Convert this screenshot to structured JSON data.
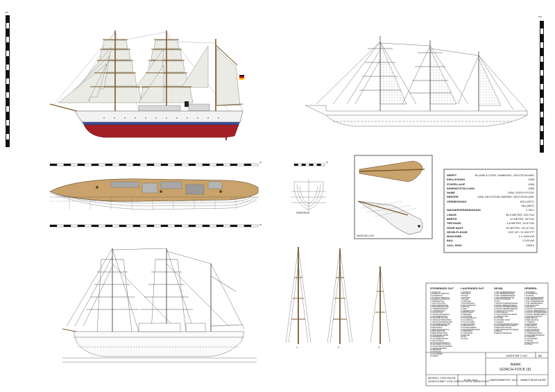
{
  "rulers": {
    "left_top_label": "cm",
    "right_top_label": "cm",
    "scale_bar_main_label": "m",
    "scale_bar_small_label": "m"
  },
  "specs": [
    {
      "label": "WERFT",
      "value": "BLOHM & VOSS, HAMBURG, DEUTSCHLAND"
    },
    {
      "label": "KIELLEGUNG",
      "value": "1958"
    },
    {
      "label": "STAPELLAUF",
      "value": "1958"
    },
    {
      "label": "INDIENSTSTELLUNG",
      "value": "1958"
    },
    {
      "label": "NAME",
      "value": "1958, GORCH FOCK"
    },
    {
      "label": "REEDER",
      "value": "1958, DEUTSCHE MARINE, DEUTSCHLAND"
    },
    {
      "label": "",
      "value": ""
    },
    {
      "label": "VERMESSUNG",
      "value": "1510 (GRT)"
    },
    {
      "label": "",
      "value": "364 (NRT)"
    },
    {
      "label": "WASSERVERDRÄNGUNG",
      "value": "1.760 t"
    },
    {
      "label": "LÄNGE",
      "value": "89,3 METER, 292 FUß"
    },
    {
      "label": "BREITE",
      "value": "12 METER, 39 FUß"
    },
    {
      "label": "TIEFGANG",
      "value": "4,8 METER, 15,6 FUß"
    },
    {
      "label": "HÖHE MAST",
      "value": "45 METER, 147,6 FUß"
    },
    {
      "label": "SEGELFLÄCHE",
      "value": "2037 M² / 21.900 FT²"
    },
    {
      "label": "MASCHINE",
      "value": "2 x 1000 kW"
    },
    {
      "label": "BAU",
      "value": "2.320 kW"
    },
    {
      "label": "CALL SIGN",
      "value": "DRAX"
    }
  ],
  "inset_caption": "MAßSTAB 1:100",
  "small_section_caption": "SPANTRISS",
  "legend": {
    "columns": [
      {
        "header": "STEHENDES GUT",
        "items": [
          "1 FOCKSTAG",
          "2 INNERE KLÜVERSTAG",
          "3 KLÜVERSTAG",
          "4 AUSSENKLÜVERSTAG",
          "5 FLIEGER-KLÜVERSTAG",
          "6 VORBRAMSTAG",
          "7 VOR-ROYALSTAG",
          "8 VORUNTERWANTEN",
          "9 VORSTENGEWANTEN",
          "10 VORBRAMWANTEN",
          "11 VORPARDUNEN",
          "12 GROSSSTAG",
          "13 GROSSSTENGESTAG",
          "14 GROSSBRAMSTAG",
          "15 GROSSROYALSTAG",
          "16 GROSSUNTERWANTEN",
          "17 GROSSSTENGEWANTEN",
          "18 GROSSBRAMWANTEN",
          "19 GROSSPARDUNEN",
          "20 BESANSTAG",
          "21 BESANSTENGESTAG",
          "22 BESANWANTEN",
          "23 BESANPARDUNEN",
          "24 STAGSEGELLEINEN",
          "25 WASSERSTAG",
          "26 KLÜVERBAUMSTAG",
          "27 BACKSTAGEN",
          "28 FOCKRAHTOPPNANT",
          "29 GROSSRAHTOPPNANT",
          "30 SCHOTHORNSTROPPEN",
          "31 GEIENSTROPPEN",
          "32 WEITEREN",
          "33 PÜTTINGE",
          "34 FUSSPERDE",
          "35 PERDE"
        ]
      },
      {
        "header": "LAUFENDES GUT",
        "items": [
          "1 TOPPNANT",
          "2 BRASSEN",
          "3 FALLEN",
          "4 SCHOTEN",
          "5 HALSEN",
          "6 GORDINGS",
          "7 BUKGORDINGS",
          "8 NOCKGORDINGS",
          "9 GEITAUE",
          "10 DIRK",
          "11 NIEDERHOLER",
          "12 BASTHOLER",
          "13 DREIREEP",
          "14 AUSHOLER",
          "15 STAGSEGELFALL",
          "16 KLÜVERFALL",
          "17 FLAGGLEINEN",
          "18 SIGNALLEINEN",
          "19 BESANSCHOT",
          "20 GAFFELGEERDE",
          "21 BAUMNIEDERHOLER",
          "22 PARDUNEN",
          "23 TOPPSEGEL",
          "24 BRASSE",
          "25 FALL",
          "26 TALJE"
        ]
      },
      {
        "header": "SEGEL",
        "items": [
          "1 VOR-UNTERMARSSEGEL",
          "2 VOR-OBERMARSSEGEL",
          "3 VOR-UNTERBRAMSEGEL",
          "4 VOR-OBERBRAMSEGEL",
          "5 VOR-ROYALSEGEL",
          "6 FOCK",
          "7 GROSS-UNTERMARSSEGEL",
          "8 GROSS-OBERMARSSEGEL",
          "9 GROSS-UNTERBRAMSEGEL",
          "10 GROSS-OBERBRAMSEGEL",
          "11 GROSS-ROYALSEGEL",
          "12 GROSSSEGEL",
          "13 VOR-STENGESTAGSEGEL",
          "14 INNENKLÜVER",
          "15 KLÜVER",
          "16 AUSSENKLÜVER",
          "17 FLIEGER",
          "18 GROSSSTENGESTAGSEGEL",
          "19 GROSSBRAMSTAGSEGEL",
          "20 BESANSTAGSEGEL",
          "21 BESANSTENGESTAGSEGEL",
          "22 BESAN",
          "23 BESANTOPPSEGEL"
        ]
      },
      {
        "header": "SPIEREN",
        "items": [
          "1 BUGSPRIET",
          "2 KLÜVERBAUM",
          "3 FOCKRAH",
          "4 VOR-UNTERMARSRAH",
          "5 VOR-OBERMARSRAH",
          "6 VOR-UNTERBRAMRAH",
          "7 VOR-OBERBRAMRAH",
          "8 VOR-ROYALRAH",
          "9 GROSSRAH",
          "10 GROSS-UNTERMARSRAH",
          "11 GROSS-OBERMARSRAH",
          "12 GROSS-UNTERBRAMRAH",
          "13 GROSS-OBERBRAMRAH",
          "14 GROSS-ROYALRAH",
          "15 BESANBAUM",
          "16 BESANGAFFEL",
          "17 VORMAST",
          "18 GROSSMAST",
          "19 BESANMAST",
          "20 VORSTENGE",
          "21 GROSSSTENGE",
          "22 BESANSTENGE",
          "23 VORBRAMSTENGE",
          "24 GROSSBRAMSTENGE",
          "25 VORMARS",
          "26 GROSSMARS",
          "27 SALING",
          "28 BESANSALING",
          "29 STAGE"
        ]
      }
    ]
  },
  "title_block": {
    "scale": "MAßSTAB 1:100",
    "sheet": "A1",
    "vessel_type": "BARK",
    "vessel_name": "GORCH FOCK (II)",
    "drawn_by_label": "MODELL VON MILAN",
    "drawn_by_sub": "GEZEICHNET VON GORCH FOCK WERKSTATT",
    "date": "12-09-2011",
    "revision": "ÜBERARBEITET 2011",
    "status": "ARBEITSENTWURF"
  },
  "colors": {
    "hull_red": "#a21f25",
    "waterline_blue": "#3b4f92",
    "hull_white": "#f2f2f2",
    "deck_wood": "#c9a36b",
    "mast_brown": "#7a5a2a",
    "sail": "#ebebe6"
  }
}
